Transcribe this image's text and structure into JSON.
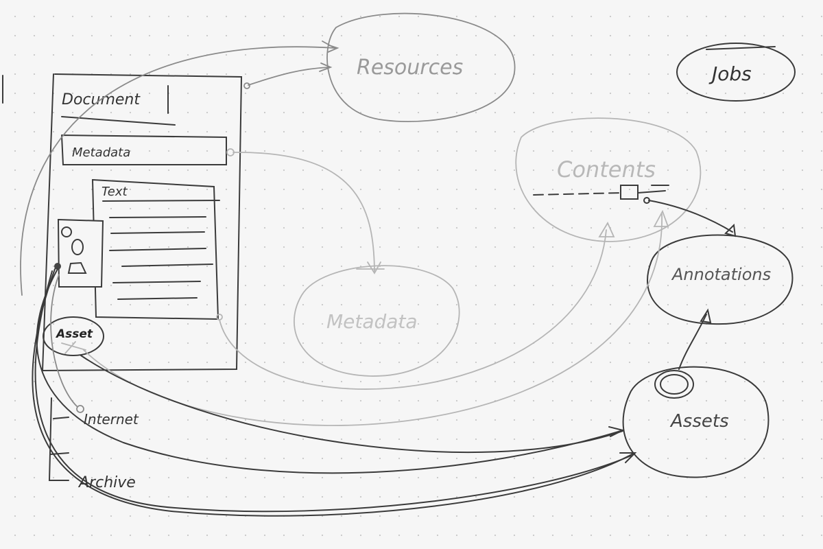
{
  "document": {
    "title": "Document",
    "metadata_label": "Metadata",
    "text_label": "Text",
    "asset_label": "Asset"
  },
  "sources": {
    "internet": "Internet",
    "archive": "Archive"
  },
  "entities": {
    "resources": "Resources",
    "jobs": "Jobs",
    "contents": "Contents",
    "metadata": "Metadata",
    "annotations": "Annotations",
    "assets": "Assets"
  },
  "colors": {
    "ink_dark": "#3a3a3a",
    "ink_mid": "#8a8a8a",
    "ink_light": "#b5b5b5"
  }
}
